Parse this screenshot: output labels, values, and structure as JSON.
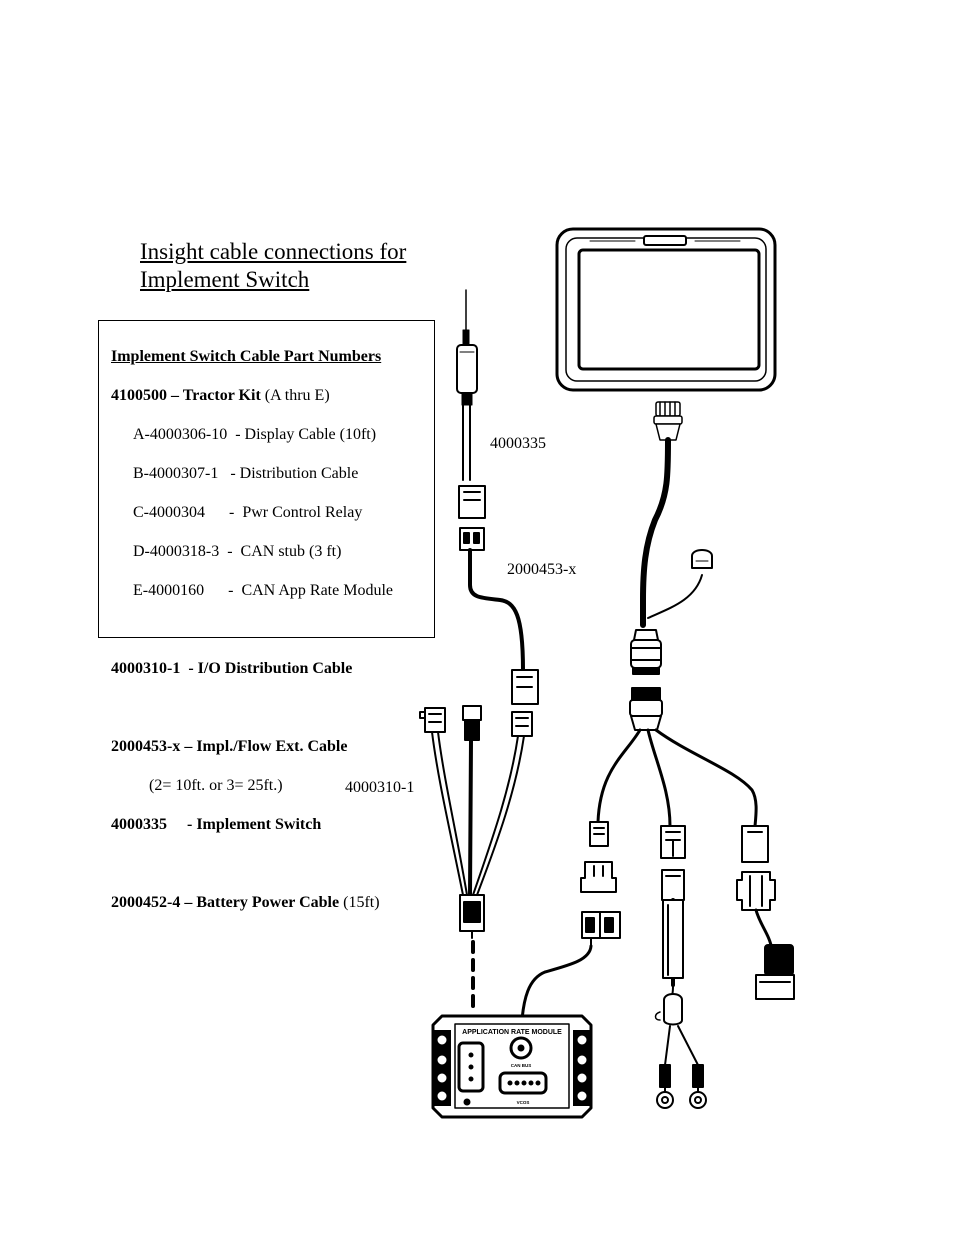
{
  "title": {
    "line1": "Insight cable connections for",
    "line2": "Implement Switch"
  },
  "parts_box": {
    "heading": "Implement Switch Cable Part Numbers",
    "tractor_kit_number": "4100500",
    "tractor_kit_sep": " – ",
    "tractor_kit_name": "Tractor Kit",
    "tractor_kit_note": " (A thru E)",
    "kit_items": [
      {
        "code": "A-4000306-10",
        "desc": "  - Display Cable (10ft)"
      },
      {
        "code": "B-4000307-1",
        "desc": "   - Distribution Cable"
      },
      {
        "code": "C-4000304",
        "desc": "      -  Pwr Control Relay"
      },
      {
        "code": "D-4000318-3",
        "desc": "  -  CAN stub (3 ft)"
      },
      {
        "code": "E-4000160",
        "desc": "      -  CAN App Rate Module"
      }
    ],
    "io_cable": "4000310-1  - I/O Distribution Cable",
    "ext_cable": "2000453-x – Impl./Flow Ext. Cable",
    "ext_cable_note": "(2= 10ft. or 3= 25ft.)",
    "switch": "4000335     - Implement Switch",
    "battery_bold": "2000452-4 – Battery Power Cable",
    "battery_note": " (15ft)"
  },
  "labels": {
    "switch_part": "4000335",
    "ext_cable_part": "2000453-x",
    "io_cable_part": "4000310-1"
  },
  "module": {
    "header_text": "APPLICATION RATE MODULE",
    "port_label_1": "CAN BUS",
    "port_label_2": "VCOS"
  }
}
